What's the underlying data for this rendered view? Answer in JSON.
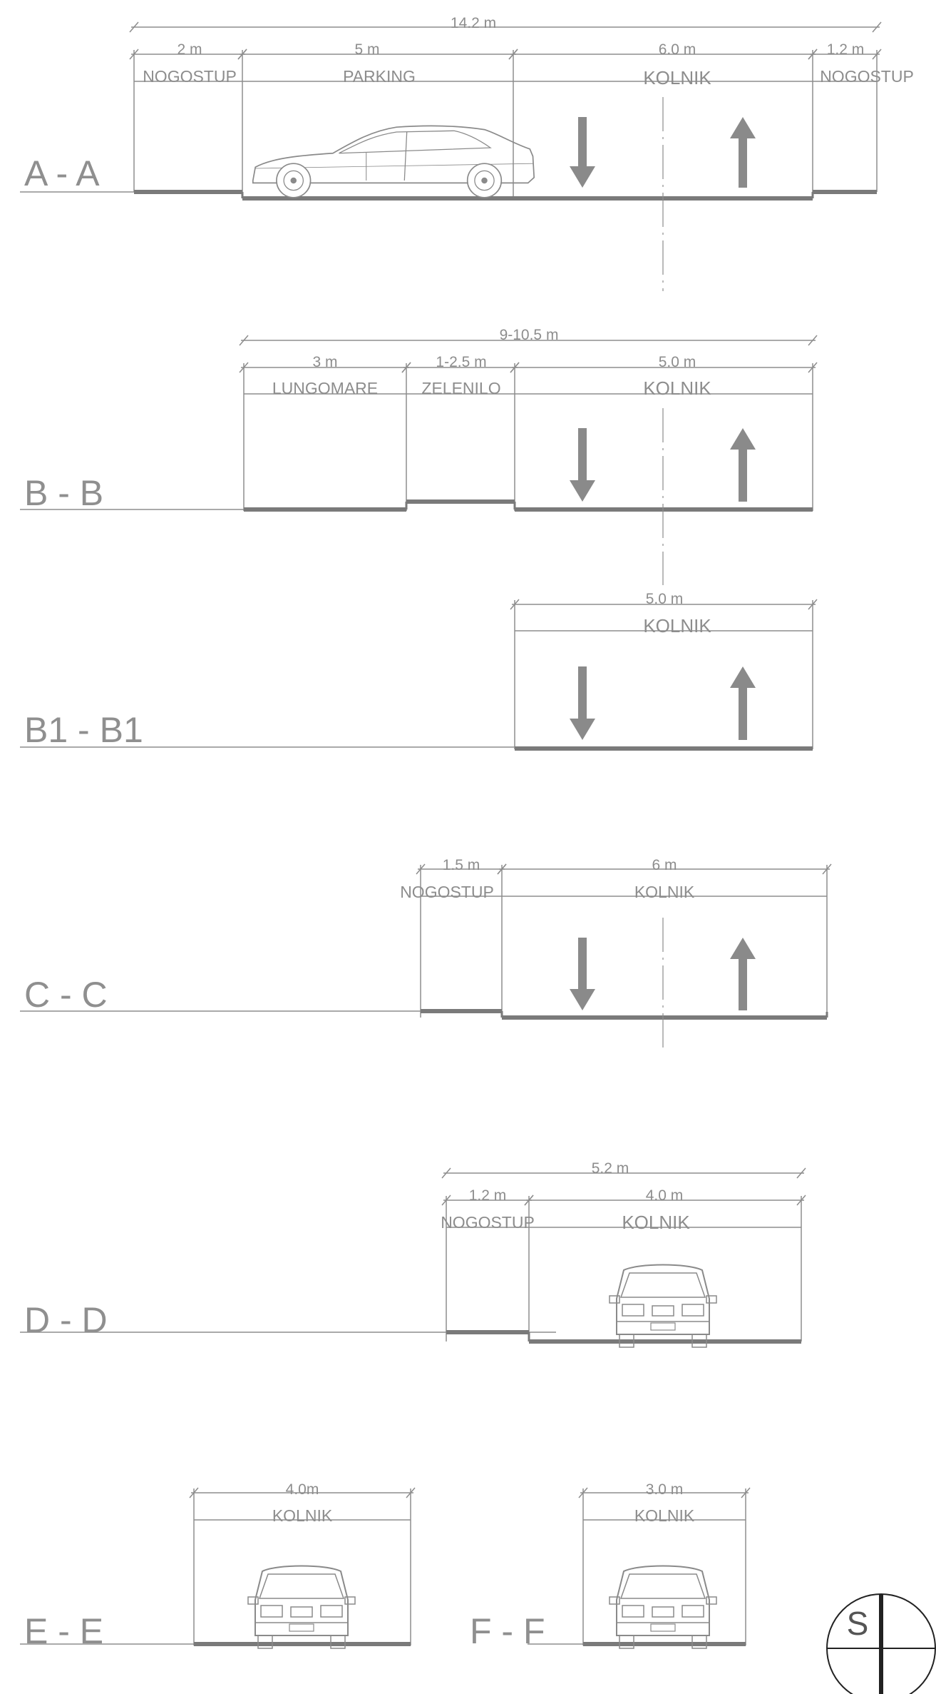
{
  "sections": [
    {
      "title": "A - A",
      "total": "14.2 m",
      "segments": [
        {
          "width": "2 m",
          "label": "NOGOSTUP"
        },
        {
          "width": "5 m",
          "label": "PARKING"
        },
        {
          "width": "6.0 m",
          "label": "KOLNIK"
        },
        {
          "width": "1.2 m",
          "label": "NOGOSTUP"
        }
      ]
    },
    {
      "title": "B - B",
      "total": "9-10.5 m",
      "segments": [
        {
          "width": "3 m",
          "label": "LUNGOMARE"
        },
        {
          "width": "1-2.5 m",
          "label": "ZELENILO"
        },
        {
          "width": "5.0 m",
          "label": "KOLNIK"
        }
      ]
    },
    {
      "title": "B1 - B1",
      "segments": [
        {
          "width": "5.0 m",
          "label": "KOLNIK"
        }
      ]
    },
    {
      "title": "C - C",
      "segments": [
        {
          "width": "1.5 m",
          "label": "NOGOSTUP"
        },
        {
          "width": "6 m",
          "label": "KOLNIK"
        }
      ]
    },
    {
      "title": "D - D",
      "total": "5.2 m",
      "segments": [
        {
          "width": "1.2 m",
          "label": "NOGOSTUP"
        },
        {
          "width": "4.0 m",
          "label": "KOLNIK"
        }
      ]
    },
    {
      "title": "E - E",
      "segments": [
        {
          "width": "4.0m",
          "label": "KOLNIK"
        }
      ]
    },
    {
      "title": "F - F",
      "segments": [
        {
          "width": "3.0 m",
          "label": "KOLNIK"
        }
      ]
    }
  ],
  "compass": {
    "letter": "S"
  },
  "colors": {
    "line": "#8d8d8d",
    "ground": "#7a7a7a",
    "arrow": "#8a8a8a",
    "text": "#8d8d8d"
  }
}
